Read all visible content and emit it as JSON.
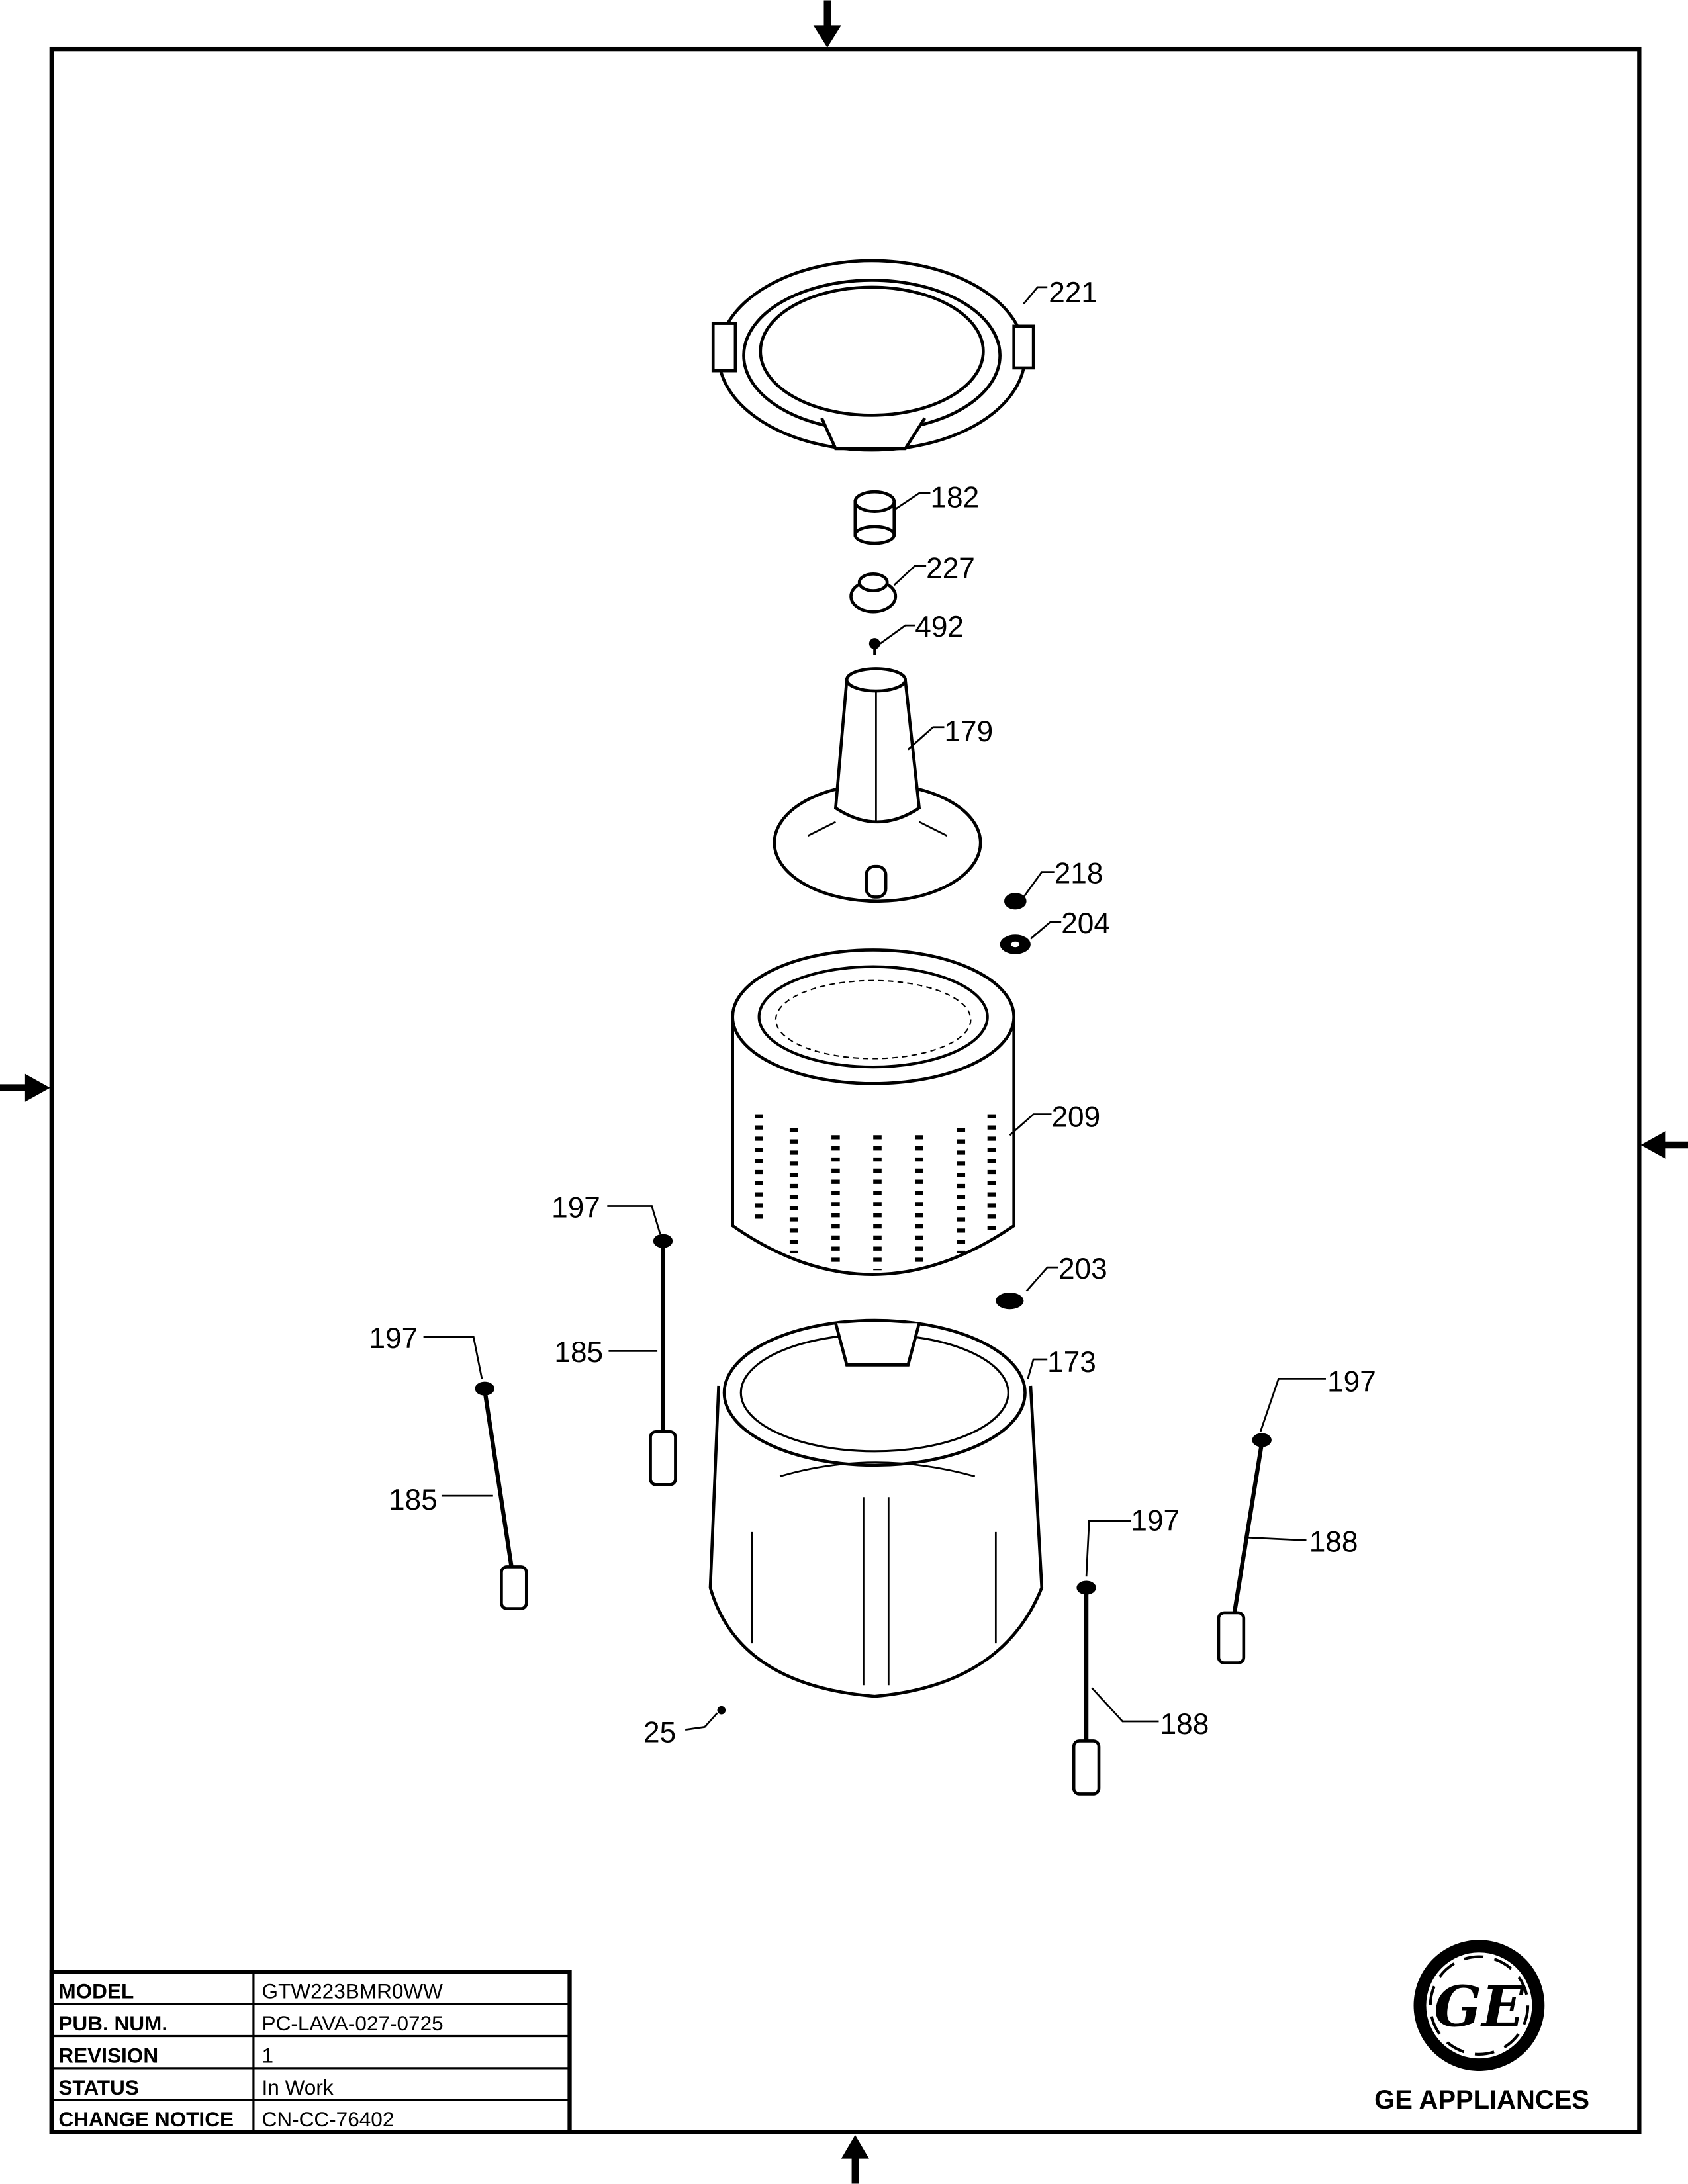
{
  "callouts": {
    "c221": "221",
    "c182": "182",
    "c227": "227",
    "c492": "492",
    "c179": "179",
    "c218": "218",
    "c204": "204",
    "c209": "209",
    "c203": "203",
    "c197a": "197",
    "c197b": "197",
    "c197c": "197",
    "c197d": "197",
    "c185a": "185",
    "c185b": "185",
    "c173": "173",
    "c188a": "188",
    "c188b": "188",
    "c25": "25"
  },
  "title_block": {
    "rows": [
      {
        "label": "MODEL",
        "value": "GTW223BMR0WW"
      },
      {
        "label": "PUB. NUM.",
        "value": "PC-LAVA-027-0725"
      },
      {
        "label": "REVISION",
        "value": "1"
      },
      {
        "label": "STATUS",
        "value": "In Work"
      },
      {
        "label": "CHANGE NOTICE",
        "value": "CN-CC-76402"
      }
    ]
  },
  "brand": {
    "logo_text": "GE",
    "name": "GE APPLIANCES"
  }
}
